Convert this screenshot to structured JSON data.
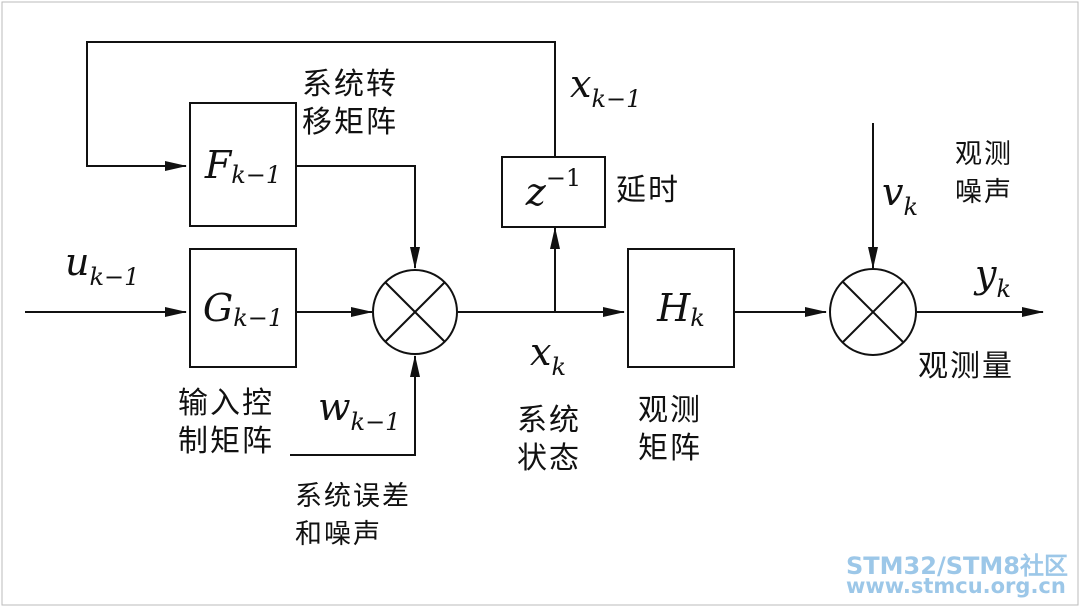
{
  "blocks": {
    "F": {
      "sym": "F",
      "sub": "k−1",
      "label": [
        "系统转",
        "移矩阵"
      ]
    },
    "G": {
      "sym": "G",
      "sub": "k−1",
      "label": [
        "输入控",
        "制矩阵"
      ]
    },
    "H": {
      "sym": "H",
      "sub": "k",
      "label": [
        "观测",
        "矩阵"
      ]
    },
    "Z": {
      "sym": "z",
      "sup": "−1",
      "label": "延时"
    }
  },
  "signals": {
    "u": {
      "sym": "u",
      "sub": "k−1"
    },
    "w": {
      "sym": "w",
      "sub": "k−1",
      "label": [
        "系统误差",
        "和噪声"
      ]
    },
    "x": {
      "sym": "x",
      "sub": "k",
      "label": [
        "系统",
        "状态"
      ]
    },
    "xprev": {
      "sym": "x",
      "sub": "k−1"
    },
    "v": {
      "sym": "v",
      "sub": "k",
      "label": [
        "观测",
        "噪声"
      ]
    },
    "y": {
      "sym": "y",
      "sub": "k",
      "label": "观测量"
    }
  },
  "watermark": [
    "STM32/STM8社区",
    "www.stmcu.org.cn"
  ]
}
